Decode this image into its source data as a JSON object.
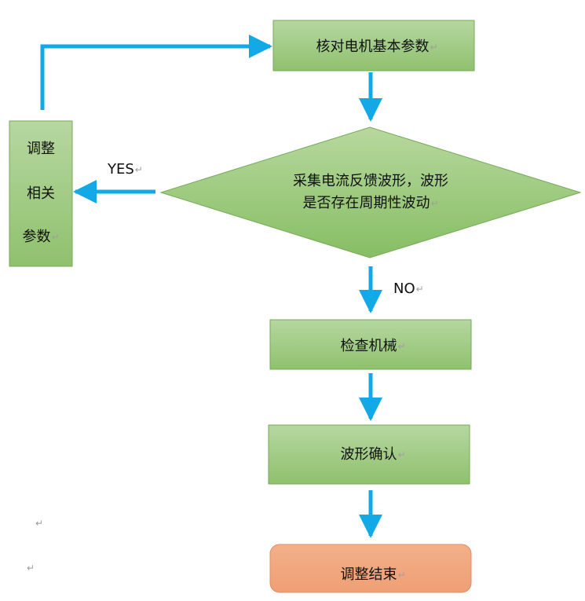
{
  "diagram": {
    "nodes": {
      "check_motor": {
        "text": "核对电机基本参数"
      },
      "decision": {
        "line1": "采集电流反馈波形，波形",
        "line2": "是否存在周期性波动"
      },
      "adjust_params": {
        "line1": "调整",
        "line2": "相关",
        "line3": "参数"
      },
      "check_mechanical": {
        "text": "检查机械"
      },
      "confirm_wave": {
        "text": "波形确认"
      },
      "finish": {
        "text": "调整结束"
      }
    },
    "edge_labels": {
      "yes": "YES",
      "no": "NO"
    },
    "marks": {
      "return": "↵"
    }
  }
}
